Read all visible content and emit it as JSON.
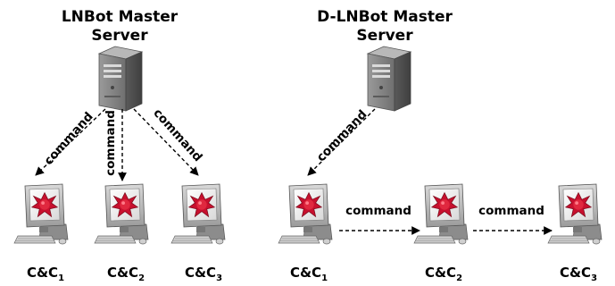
{
  "left_diagram": {
    "title_line1": "LNBot Master",
    "title_line2": "Server",
    "edge_label": "command",
    "nodes": [
      {
        "label": "C&C",
        "sub": "1"
      },
      {
        "label": "C&C",
        "sub": "2"
      },
      {
        "label": "C&C",
        "sub": "3"
      }
    ]
  },
  "right_diagram": {
    "title_line1": "D-LNBot Master",
    "title_line2": "Server",
    "edge_label": "command",
    "nodes": [
      {
        "label": "C&C",
        "sub": "1"
      },
      {
        "label": "C&C",
        "sub": "2"
      },
      {
        "label": "C&C",
        "sub": "3"
      }
    ]
  },
  "icons": {
    "server": "server-tower-icon",
    "computer": "desktop-computer-icon",
    "malware": "red-malware-splat-icon"
  },
  "colors": {
    "malware_red": "#c8102e",
    "server_gray": "#8a8a8a",
    "monitor_gray": "#b9b9b9",
    "edge": "#000000"
  }
}
